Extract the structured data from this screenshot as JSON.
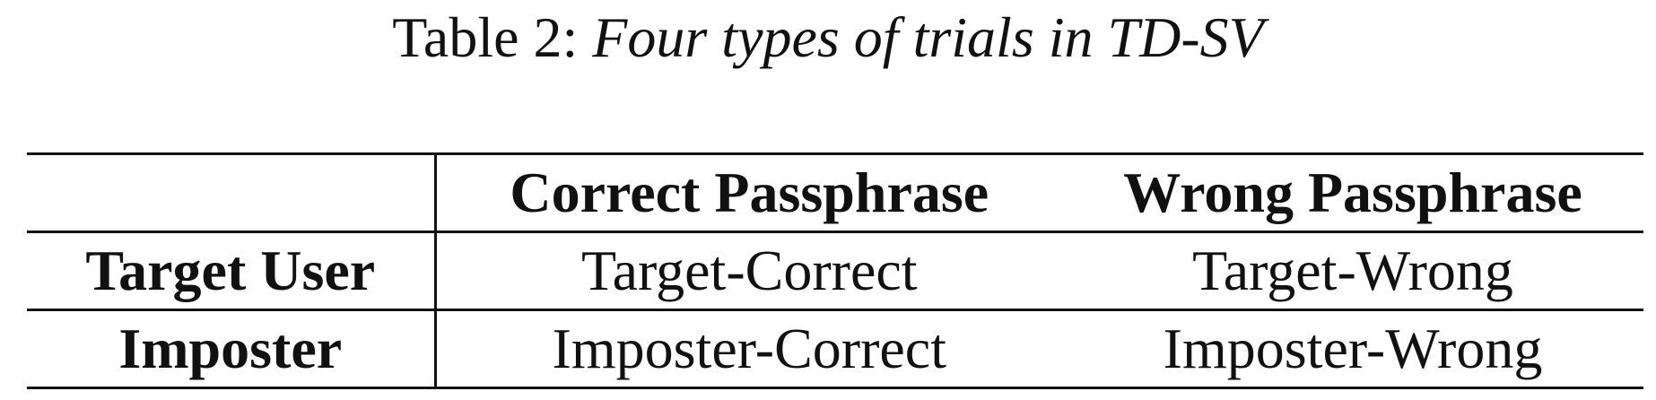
{
  "caption": {
    "label": "Table 2: ",
    "text": "Four types of trials in TD-SV"
  },
  "table": {
    "corner": "",
    "columns": [
      "Correct Passphrase",
      "Wrong Passphrase"
    ],
    "rows": [
      {
        "header": "Target User",
        "cells": [
          "Target-Correct",
          "Target-Wrong"
        ]
      },
      {
        "header": "Imposter",
        "cells": [
          "Imposter-Correct",
          "Imposter-Wrong"
        ]
      }
    ]
  }
}
